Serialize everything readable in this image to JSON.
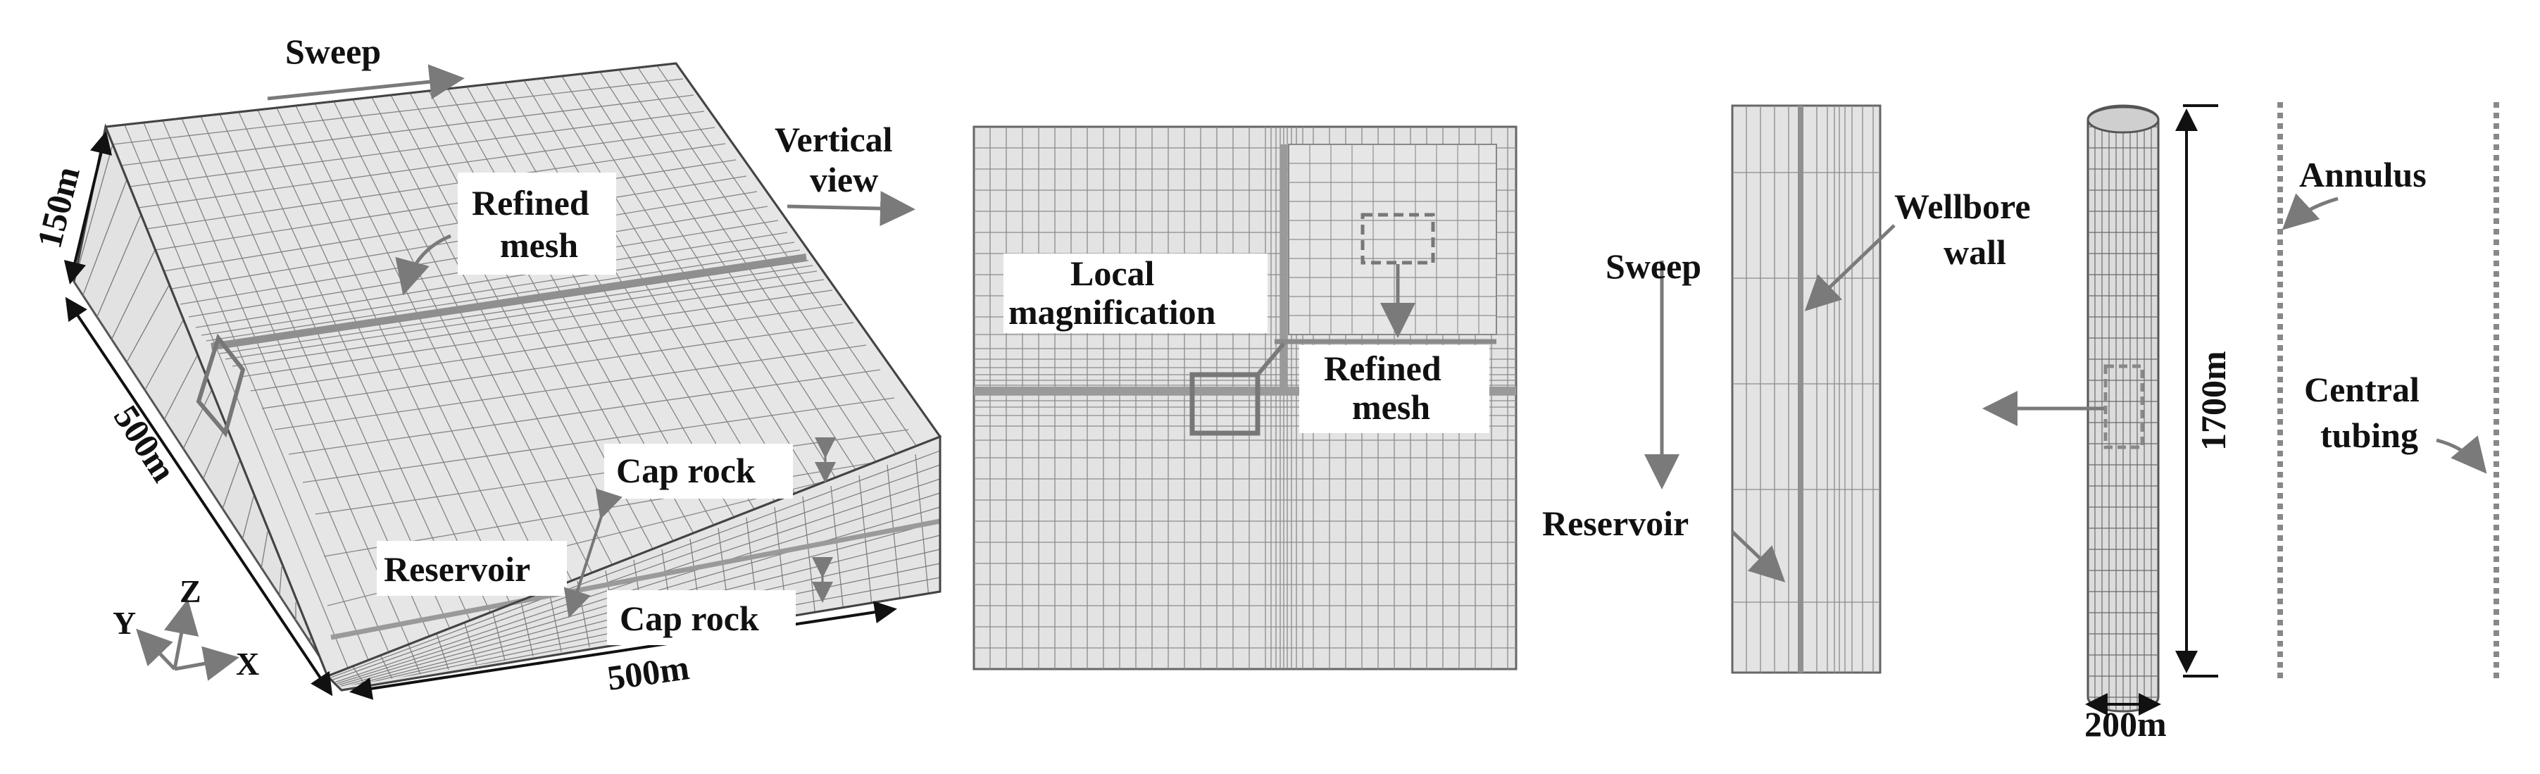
{
  "labels": {
    "sweep_top": "Sweep",
    "vertical_view_1": "Vertical",
    "vertical_view_2": "view",
    "dim_150": "150m",
    "dim_500_side": "500m",
    "dim_500_bottom": "500m",
    "refined_mesh_1a": "Refined",
    "refined_mesh_1b": "mesh",
    "cap_rock_top": "Cap rock",
    "cap_rock_bottom": "Cap rock",
    "reservoir_left": "Reservoir",
    "axis_x": "X",
    "axis_y": "Y",
    "axis_z": "Z",
    "local_mag_1": "Local",
    "local_mag_2": "magnification",
    "refined_mesh_2a": "Refined",
    "refined_mesh_2b": "mesh",
    "sweep_right": "Sweep",
    "reservoir_right": "Reservoir",
    "wellbore_wall_1": "Wellbore",
    "wellbore_wall_2": "wall",
    "dim_1700": "1700m",
    "dim_200": "200m",
    "annulus": "Annulus",
    "central_tubing_1": "Central",
    "central_tubing_2": "tubing"
  },
  "colors": {
    "mesh_line": "#6f6f6f",
    "mesh_fill": "#e4e4e4",
    "arrow": "#7a7a7a",
    "dimension": "#111111",
    "label_box": "#ffffff"
  }
}
